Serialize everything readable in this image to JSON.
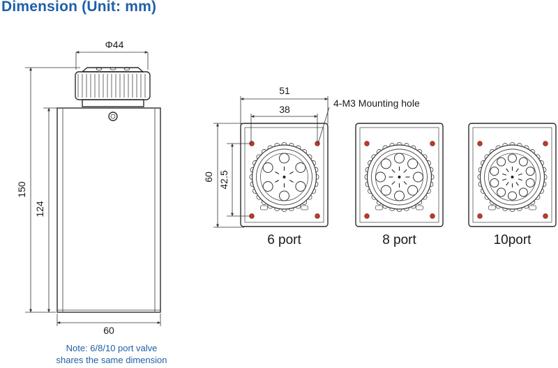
{
  "title": "Dimension (Unit: mm)",
  "side_view": {
    "dim_diameter": "Φ44",
    "dim_total_height": "150",
    "dim_body_height": "124",
    "dim_width": "60"
  },
  "top_view": {
    "dim_outer": "51",
    "dim_inner": "38",
    "dim_height": "60",
    "dim_hole_spacing": "42.5",
    "callout": "4-M3 Mounting hole"
  },
  "ports": [
    {
      "label": "6 port",
      "count": 6
    },
    {
      "label": "8 port",
      "count": 8
    },
    {
      "label": "10port",
      "count": 10
    }
  ],
  "note": {
    "line1": "Note: 6/8/10 port valve",
    "line2": "shares the same dimension"
  },
  "colors": {
    "title": "#1f5fa8",
    "note": "#1f5fa8",
    "mounting_hole": "#c0392b"
  }
}
